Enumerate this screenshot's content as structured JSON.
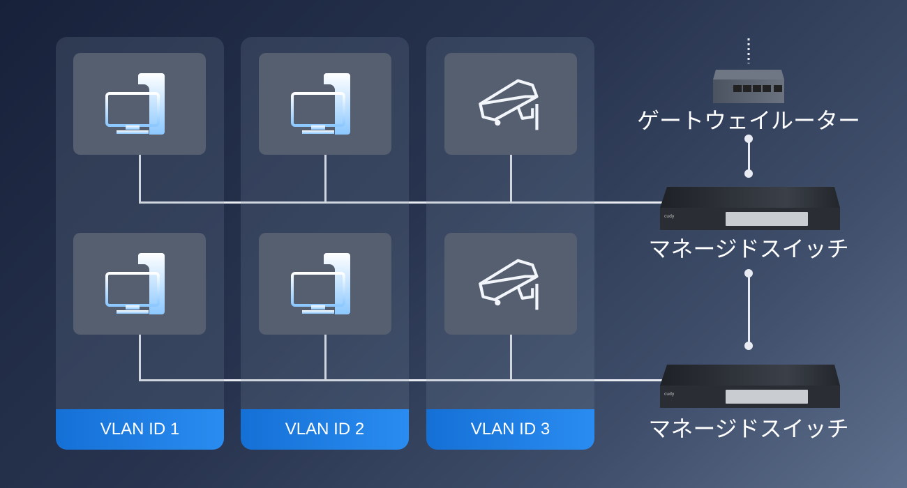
{
  "vlans": [
    {
      "label": "VLAN ID 1"
    },
    {
      "label": "VLAN ID 2"
    },
    {
      "label": "VLAN ID 3"
    }
  ],
  "devices": {
    "col1": [
      "desktop-pc-icon",
      "desktop-pc-icon"
    ],
    "col2": [
      "desktop-pc-icon",
      "desktop-pc-icon"
    ],
    "col3": [
      "security-camera-icon",
      "security-camera-icon"
    ]
  },
  "network": {
    "router_label": "ゲートウェイルーター",
    "switch1_label": "マネージドスイッチ",
    "switch2_label": "マネージドスイッチ",
    "brand": "cudy"
  },
  "colors": {
    "vlan_bar": "#1a7be0",
    "line": "#e8ecf2",
    "card": "#555f70"
  }
}
